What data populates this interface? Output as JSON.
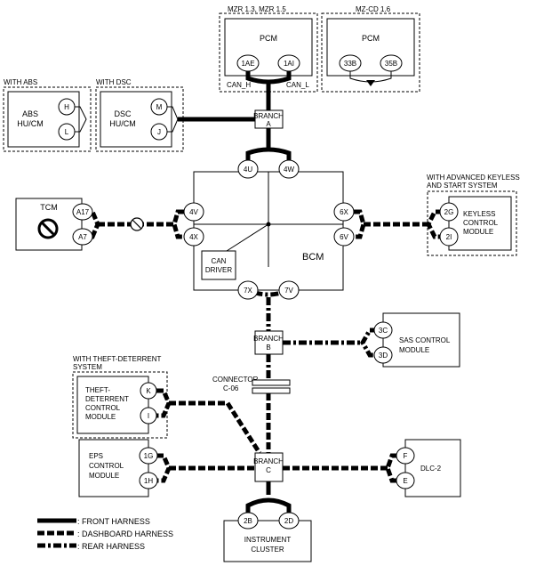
{
  "pcm_mzr": {
    "variant": "MZR 1.3, MZR 1.5",
    "title": "PCM",
    "pin_left": "1AE",
    "pin_right": "1AI",
    "can_h": "CAN_H",
    "can_l": "CAN_L"
  },
  "pcm_mzcd": {
    "variant": "MZ-CD 1.6",
    "title": "PCM",
    "pin_left": "33B",
    "pin_right": "35B"
  },
  "abs": {
    "option": "WITH ABS",
    "line1": "ABS",
    "line2": "HU/CM",
    "pin_top": "H",
    "pin_bottom": "L"
  },
  "dsc": {
    "option": "WITH DSC",
    "line1": "DSC",
    "line2": "HU/CM",
    "pin_top": "M",
    "pin_bottom": "J"
  },
  "branch_a": {
    "line1": "BRANCH",
    "line2": "A"
  },
  "branch_b": {
    "line1": "BRANCH",
    "line2": "B"
  },
  "branch_c": {
    "line1": "BRANCH",
    "line2": "C"
  },
  "tcm": {
    "title": "TCM",
    "pin_top": "A17",
    "pin_bottom": "A7"
  },
  "bcm": {
    "title": "BCM",
    "pin_4u": "4U",
    "pin_4w": "4W",
    "pin_4v": "4V",
    "pin_4x": "4X",
    "pin_6x": "6X",
    "pin_6v": "6V",
    "pin_7x": "7X",
    "pin_7v": "7V",
    "can_driver_1": "CAN",
    "can_driver_2": "DRIVER"
  },
  "keyless": {
    "option_1": "WITH ADVANCED KEYLESS",
    "option_2": "AND START SYSTEM",
    "line1": "KEYLESS",
    "line2": "CONTROL",
    "line3": "MODULE",
    "pin_top": "2G",
    "pin_bottom": "2I"
  },
  "sas": {
    "line1": "SAS CONTROL",
    "line2": "MODULE",
    "pin_top": "3C",
    "pin_bottom": "3D"
  },
  "connector": {
    "line1": "CONNECTOR",
    "line2": "C-06"
  },
  "theft": {
    "option_1": "WITH THEFT-DETERRENT",
    "option_2": "SYSTEM",
    "line1": "THEFT-",
    "line2": "DETERRENT",
    "line3": "CONTROL",
    "line4": "MODULE",
    "pin_top": "K",
    "pin_bottom": "I"
  },
  "eps": {
    "line1": "EPS",
    "line2": "CONTROL",
    "line3": "MODULE",
    "pin_top": "1G",
    "pin_bottom": "1H"
  },
  "dlc": {
    "title": "DLC-2",
    "pin_top": "F",
    "pin_bottom": "E"
  },
  "cluster": {
    "line1": "INSTRUMENT",
    "line2": "CLUSTER",
    "pin_left": "2B",
    "pin_right": "2D"
  },
  "legend": {
    "front": ": FRONT HARNESS",
    "dashboard": ": DASHBOARD HARNESS",
    "rear": ": REAR HARNESS"
  }
}
